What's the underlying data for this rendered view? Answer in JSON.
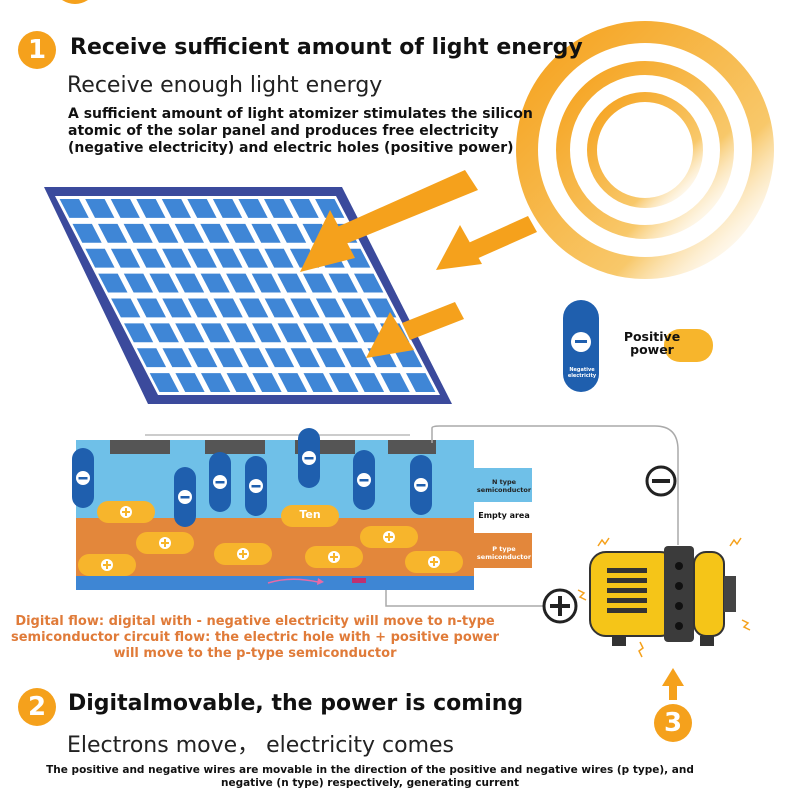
{
  "step1": {
    "number": "1",
    "title": "Receive sufficient amount of light energy",
    "subtitle": "Receive enough light energy",
    "description": "A sufficient amount of light atomizer stimulates the silicon atomic of the solar panel and produces free electricity (negative electricity) and electric holes (positive power)"
  },
  "legend": {
    "negative_label": "Negative electricity",
    "positive_label": "Positive power"
  },
  "layers": {
    "n_type": "N type semiconductor",
    "empty": "Empty area",
    "p_type": "P type semiconductor",
    "hole_tag": "Ten"
  },
  "flow_description": "Digital flow: digital with - negative electricity will move to n-type semiconductor circuit flow: the electric hole with + positive power will move to the p-type semiconductor",
  "step2": {
    "number": "2",
    "title": "Digitalmovable, the power is coming",
    "subtitle": "Electrons move，  electricity comes",
    "description": "The positive and negative wires are movable in the direction of the positive and negative wires (p type), and negative (n type) respectively, generating current"
  },
  "step3": {
    "number": "3"
  },
  "colors": {
    "accent": "#F5A11C",
    "panel_frame": "#3B4A9C",
    "cell": "#3F86D6",
    "n_layer": "#6FC0E8",
    "p_layer": "#E3873B",
    "electron": "#1F5FAE",
    "hole": "#F7B52C",
    "motor": "#F5C518",
    "flow_text": "#E07B39"
  }
}
